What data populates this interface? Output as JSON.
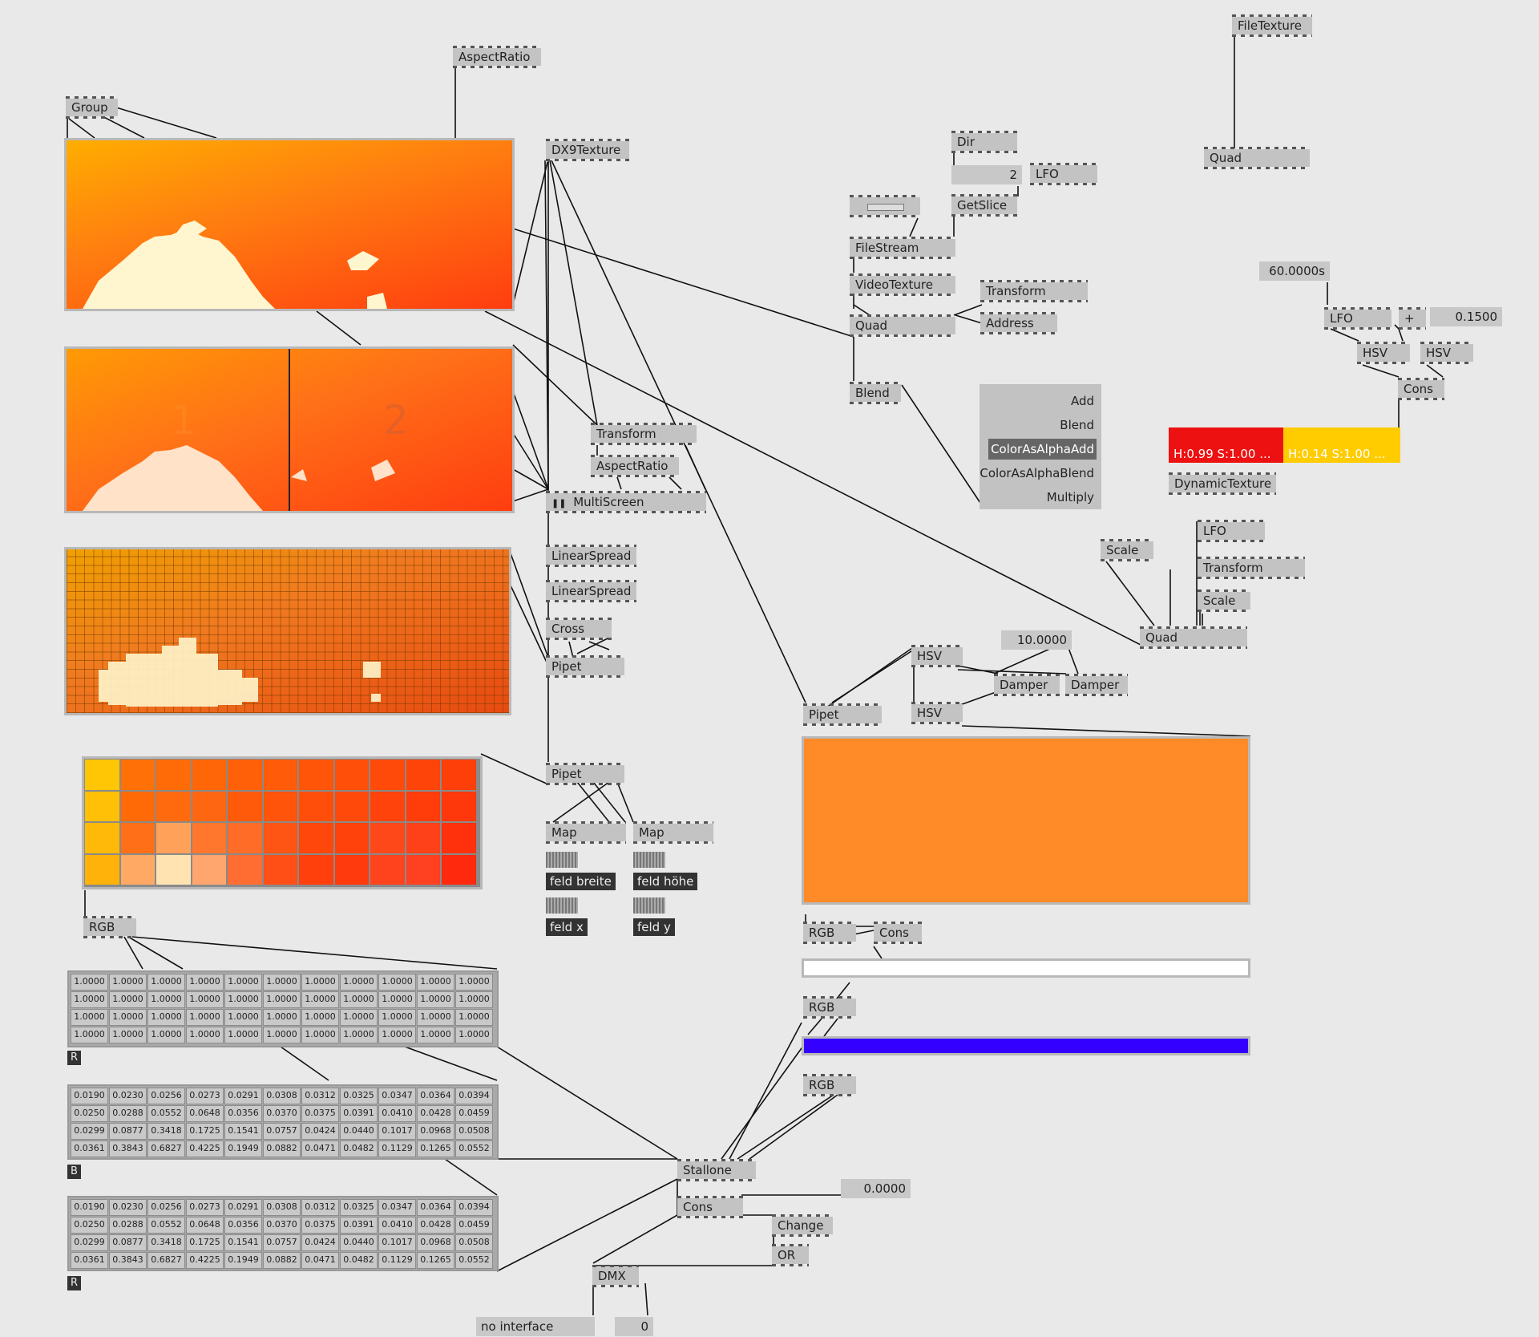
{
  "nodes": {
    "group": "Group",
    "aspect_ratio_top": "AspectRatio",
    "dx9texture": "DX9Texture",
    "transform_mid": "Transform",
    "aspect_ratio_mid": "AspectRatio",
    "multiscreen": "MultiScreen",
    "multiscreen_icon": "❚❚",
    "linear_spread_1": "LinearSpread",
    "linear_spread_2": "LinearSpread",
    "cross": "Cross",
    "pipet_1": "Pipet",
    "pipet_2": "Pipet",
    "map_1": "Map",
    "map_2": "Map",
    "feld_breite": "feld breite",
    "feld_hoehe": "feld höhe",
    "feld_x": "feld x",
    "feld_y": "feld y",
    "rgb_left": "RGB",
    "tag_r1": "R",
    "tag_b": "B",
    "tag_r2": "R",
    "stallone": "Stallone",
    "cons_bottom": "Cons",
    "change": "Change",
    "or": "OR",
    "dmx": "DMX",
    "no_interface": "no interface",
    "dmx_value": "0",
    "cons_value": "0.0000",
    "dir": "Dir",
    "lfo_top": "LFO",
    "spread_count": "2",
    "getslice": "GetSlice",
    "filestream": "FileStream",
    "videotexture": "VideoTexture",
    "transform_top": "Transform",
    "quad_top": "Quad",
    "address": "Address",
    "blend": "Blend",
    "filetexture": "FileTexture",
    "quad_right": "Quad",
    "lfo_period": "60.0000s",
    "lfo_right": "LFO",
    "plus": "+",
    "plus_value": "0.1500",
    "hsv_r1": "HSV",
    "hsv_r2": "HSV",
    "cons_right": "Cons",
    "dynamic_texture": "DynamicTexture",
    "scale_1": "Scale",
    "lfo_2": "LFO",
    "transform_right": "Transform",
    "scale_2": "Scale",
    "quad_bottom": "Quad",
    "hsv_mid": "HSV",
    "damper_value": "10.0000",
    "damper_1": "Damper",
    "damper_2": "Damper",
    "pipet_3": "Pipet",
    "hsv_mid2": "HSV",
    "rgb_r1": "RGB",
    "cons_mid": "Cons",
    "rgb_r2": "RGB",
    "rgb_r3": "RGB"
  },
  "blend_modes": {
    "options": [
      "Add",
      "Blend",
      "ColorAsAlphaAdd",
      "ColorAsAlphaBlend",
      "Multiply"
    ],
    "selected": "ColorAsAlphaAdd"
  },
  "color_chips": [
    {
      "label": "H:0.99  S:1.00  ...",
      "color": "#ee1111"
    },
    {
      "label": "H:0.14  S:1.00  ...",
      "color": "#ffcc00"
    }
  ],
  "table_r1": [
    [
      "1.0000",
      "1.0000",
      "1.0000",
      "1.0000",
      "1.0000",
      "1.0000",
      "1.0000",
      "1.0000",
      "1.0000",
      "1.0000",
      "1.0000"
    ],
    [
      "1.0000",
      "1.0000",
      "1.0000",
      "1.0000",
      "1.0000",
      "1.0000",
      "1.0000",
      "1.0000",
      "1.0000",
      "1.0000",
      "1.0000"
    ],
    [
      "1.0000",
      "1.0000",
      "1.0000",
      "1.0000",
      "1.0000",
      "1.0000",
      "1.0000",
      "1.0000",
      "1.0000",
      "1.0000",
      "1.0000"
    ],
    [
      "1.0000",
      "1.0000",
      "1.0000",
      "1.0000",
      "1.0000",
      "1.0000",
      "1.0000",
      "1.0000",
      "1.0000",
      "1.0000",
      "1.0000"
    ]
  ],
  "table_b": [
    [
      "0.0190",
      "0.0230",
      "0.0256",
      "0.0273",
      "0.0291",
      "0.0308",
      "0.0312",
      "0.0325",
      "0.0347",
      "0.0364",
      "0.0394"
    ],
    [
      "0.0250",
      "0.0288",
      "0.0552",
      "0.0648",
      "0.0356",
      "0.0370",
      "0.0375",
      "0.0391",
      "0.0410",
      "0.0428",
      "0.0459"
    ],
    [
      "0.0299",
      "0.0877",
      "0.3418",
      "0.1725",
      "0.1541",
      "0.0757",
      "0.0424",
      "0.0440",
      "0.1017",
      "0.0968",
      "0.0508"
    ],
    [
      "0.0361",
      "0.3843",
      "0.6827",
      "0.4225",
      "0.1949",
      "0.0882",
      "0.0471",
      "0.0482",
      "0.1129",
      "0.1265",
      "0.0552"
    ]
  ],
  "table_r2": [
    [
      "0.0190",
      "0.0230",
      "0.0256",
      "0.0273",
      "0.0291",
      "0.0308",
      "0.0312",
      "0.0325",
      "0.0347",
      "0.0364",
      "0.0394"
    ],
    [
      "0.0250",
      "0.0288",
      "0.0552",
      "0.0648",
      "0.0356",
      "0.0370",
      "0.0375",
      "0.0391",
      "0.0410",
      "0.0428",
      "0.0459"
    ],
    [
      "0.0299",
      "0.0877",
      "0.3418",
      "0.1725",
      "0.1541",
      "0.0757",
      "0.0424",
      "0.0440",
      "0.1017",
      "0.0968",
      "0.0508"
    ],
    [
      "0.0361",
      "0.3843",
      "0.6827",
      "0.4225",
      "0.1949",
      "0.0882",
      "0.0471",
      "0.0482",
      "0.1129",
      "0.1265",
      "0.0552"
    ]
  ],
  "renderer2_digits": [
    "1",
    "2"
  ],
  "colors": {
    "big_orange": "#ff8a28",
    "white_bar": "#ffffff",
    "blue_bar": "#3300ff"
  }
}
